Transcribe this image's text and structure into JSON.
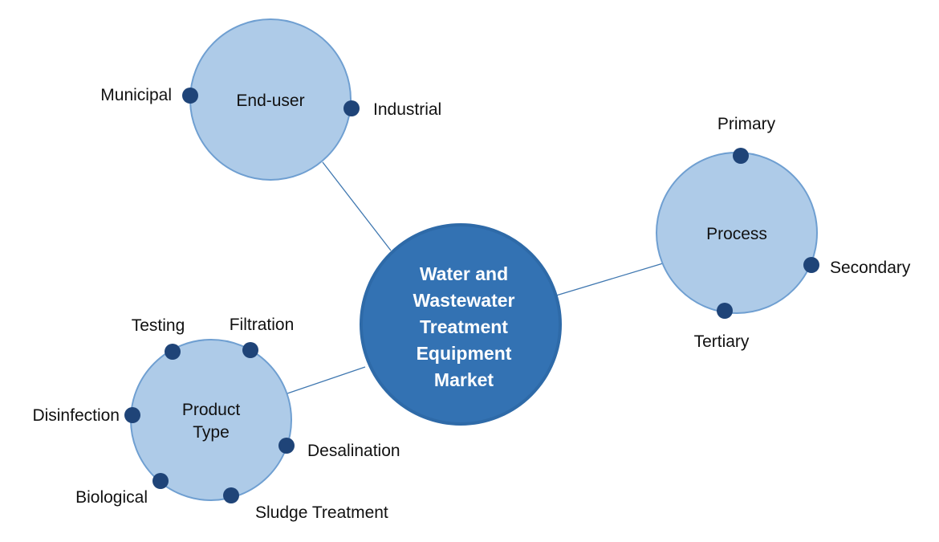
{
  "diagram": {
    "title_lines": [
      "Water and",
      "Wastewater",
      "Treatment",
      "Equipment",
      "Market"
    ],
    "colors": {
      "center_fill": "#3372b3",
      "center_stroke": "#2e6aa8",
      "category_fill": "#aecbe8",
      "category_stroke": "#6f9fd1",
      "dot_fill": "#1f4478",
      "connector": "#3f77b0"
    },
    "categories": [
      {
        "id": "end-user",
        "label_lines": [
          "End-user"
        ],
        "items": [
          "Municipal",
          "Industrial"
        ]
      },
      {
        "id": "process",
        "label_lines": [
          "Process"
        ],
        "items": [
          "Primary",
          "Secondary",
          "Tertiary"
        ]
      },
      {
        "id": "product-type",
        "label_lines": [
          "Product",
          "Type"
        ],
        "items": [
          "Testing",
          "Filtration",
          "Disinfection",
          "Desalination",
          "Biological",
          "Sludge Treatment"
        ]
      }
    ]
  }
}
